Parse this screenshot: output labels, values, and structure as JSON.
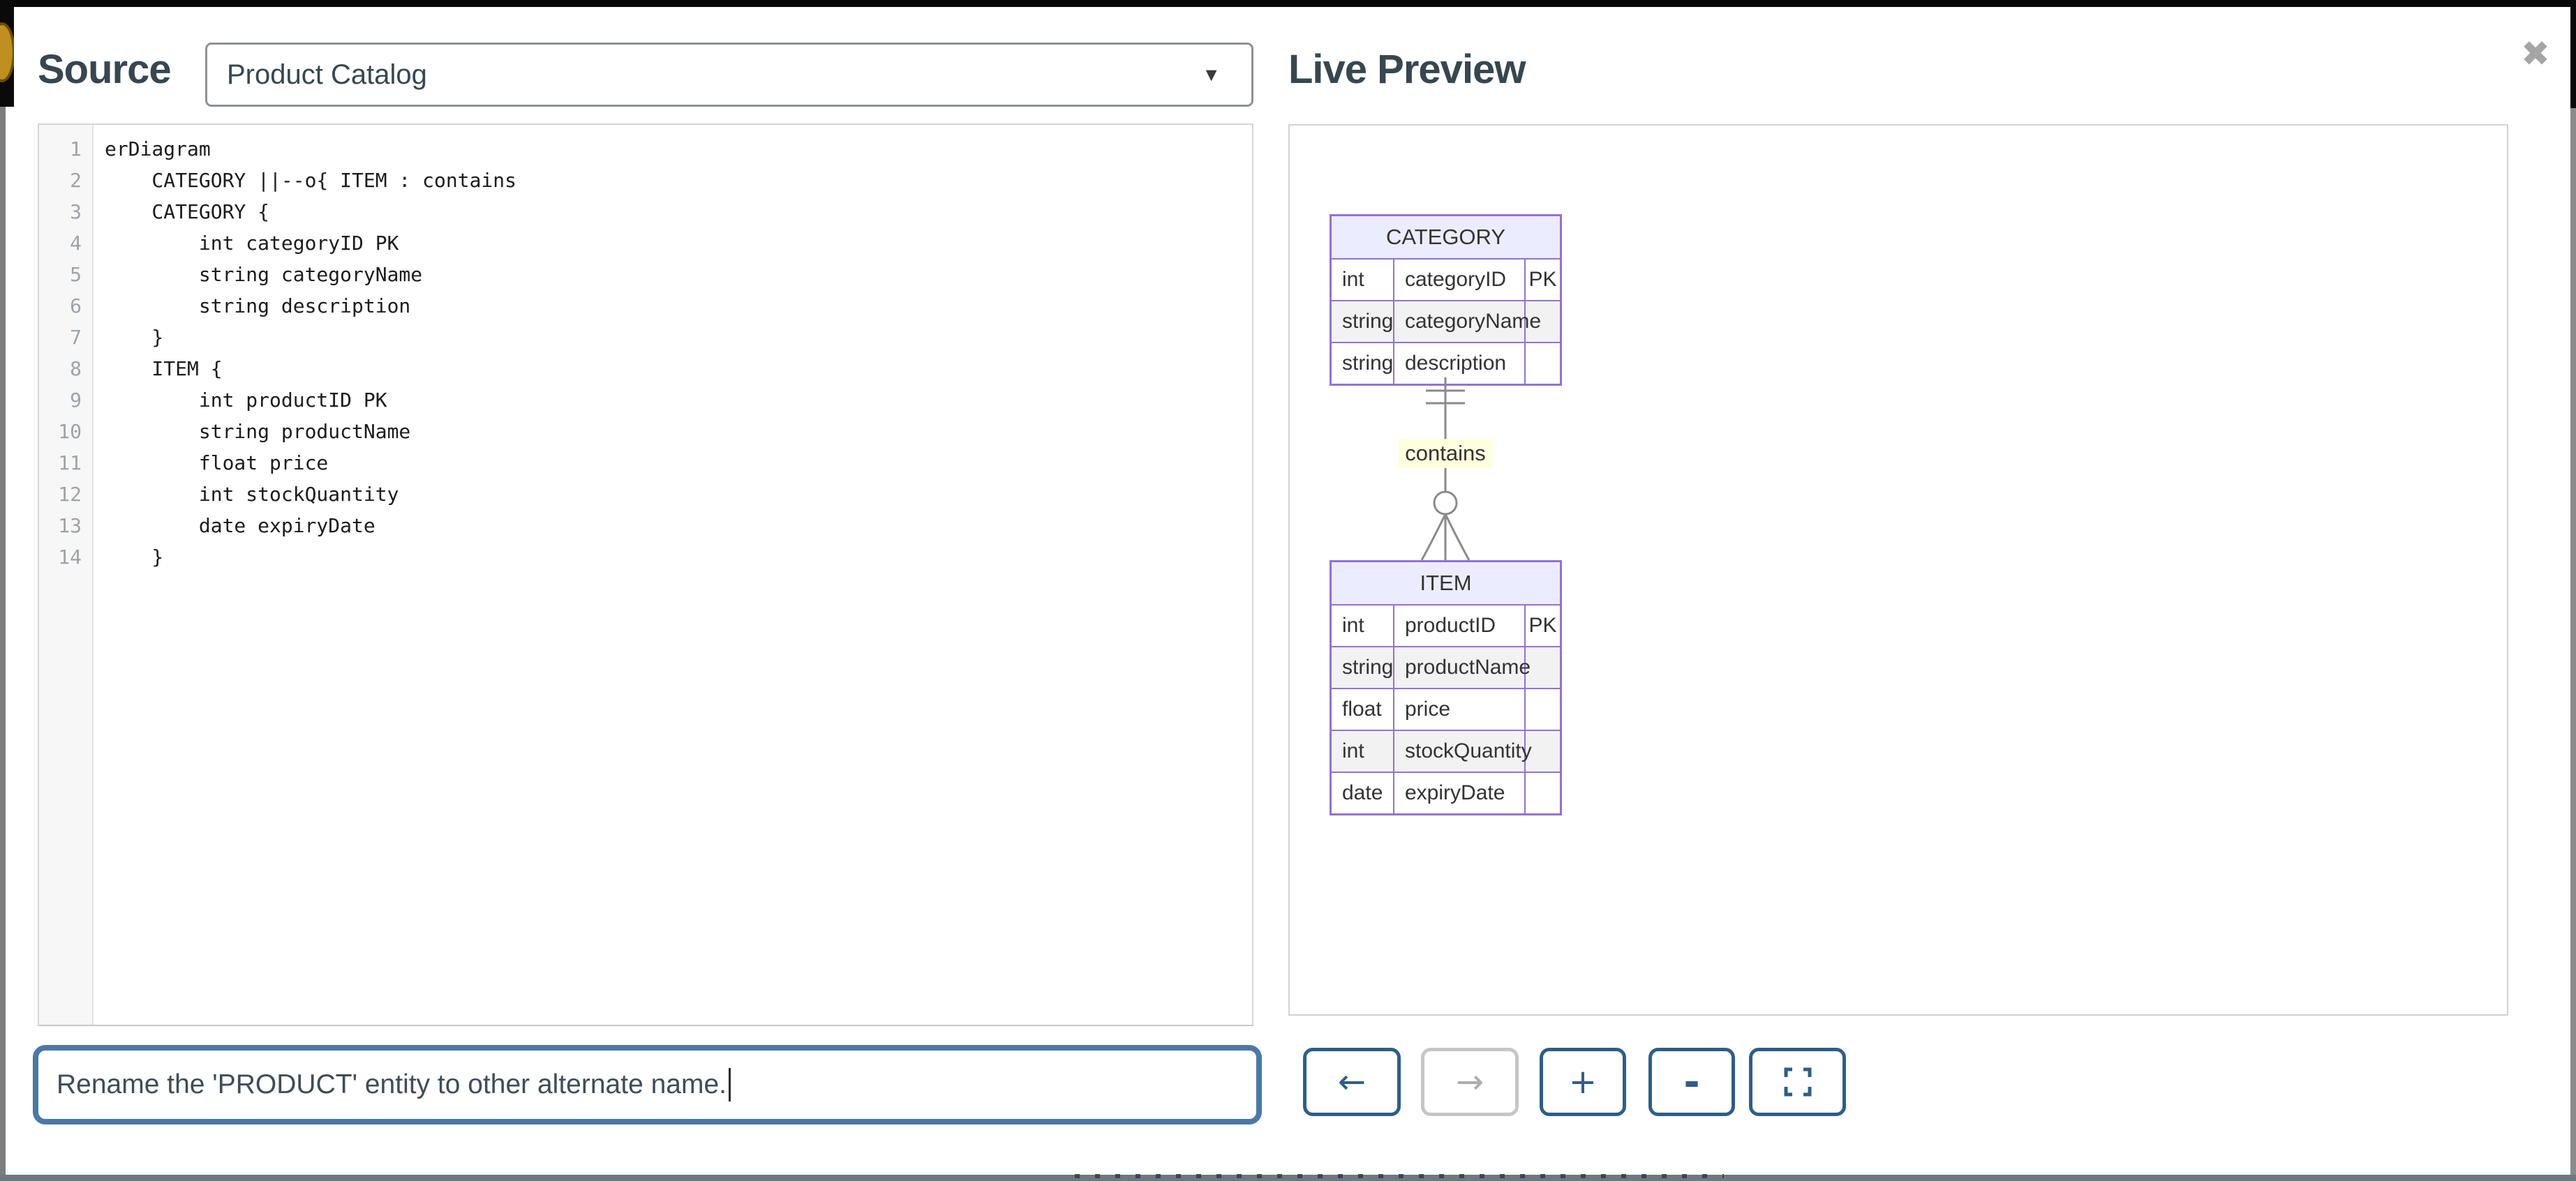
{
  "window": {
    "close_icon": "✖"
  },
  "source_panel": {
    "title": "Source",
    "diagram_select": {
      "value": "Product Catalog",
      "arrow_icon": "▼"
    },
    "editor": {
      "lines": [
        {
          "num": 1,
          "text": "erDiagram"
        },
        {
          "num": 2,
          "text": "    CATEGORY ||--o{ ITEM : contains"
        },
        {
          "num": 3,
          "text": "    CATEGORY {"
        },
        {
          "num": 4,
          "text": "        int categoryID PK"
        },
        {
          "num": 5,
          "text": "        string categoryName"
        },
        {
          "num": 6,
          "text": "        string description"
        },
        {
          "num": 7,
          "text": "    }"
        },
        {
          "num": 8,
          "text": "    ITEM {"
        },
        {
          "num": 9,
          "text": "        int productID PK"
        },
        {
          "num": 10,
          "text": "        string productName"
        },
        {
          "num": 11,
          "text": "        float price"
        },
        {
          "num": 12,
          "text": "        int stockQuantity"
        },
        {
          "num": 13,
          "text": "        date expiryDate"
        },
        {
          "num": 14,
          "text": "    }"
        }
      ]
    }
  },
  "preview_panel": {
    "title": "Live Preview",
    "diagram": {
      "entities": [
        {
          "name": "CATEGORY",
          "rows": [
            {
              "type": "int",
              "attr": "categoryID",
              "key": "PK"
            },
            {
              "type": "string",
              "attr": "categoryName",
              "key": ""
            },
            {
              "type": "string",
              "attr": "description",
              "key": ""
            }
          ]
        },
        {
          "name": "ITEM",
          "rows": [
            {
              "type": "int",
              "attr": "productID",
              "key": "PK"
            },
            {
              "type": "string",
              "attr": "productName",
              "key": ""
            },
            {
              "type": "float",
              "attr": "price",
              "key": ""
            },
            {
              "type": "int",
              "attr": "stockQuantity",
              "key": ""
            },
            {
              "type": "date",
              "attr": "expiryDate",
              "key": ""
            }
          ]
        }
      ],
      "relationship": {
        "label": "contains",
        "source_entity": "CATEGORY",
        "target_entity": "ITEM",
        "source_cardinality": "exactly-one (||)",
        "target_cardinality": "zero-or-many (o{)"
      }
    }
  },
  "prompt_bar": {
    "input_value": "Rename the 'PRODUCT' entity to other alternate name."
  },
  "toolbar": {
    "back_icon": "←",
    "forward_icon": "→",
    "zoom_in_icon": "+",
    "zoom_out_icon": "-"
  },
  "colors": {
    "accent_blue": "#4a78a8",
    "button_blue": "#2d5e89",
    "disabled_gray": "#c6c6c6",
    "er_border_purple": "#9370DB",
    "er_header_fill": "#ECECFF",
    "er_alt_row_fill": "#f2f2f2",
    "relationship_label_bg": "#ffffde",
    "title_color": "#37474f"
  }
}
